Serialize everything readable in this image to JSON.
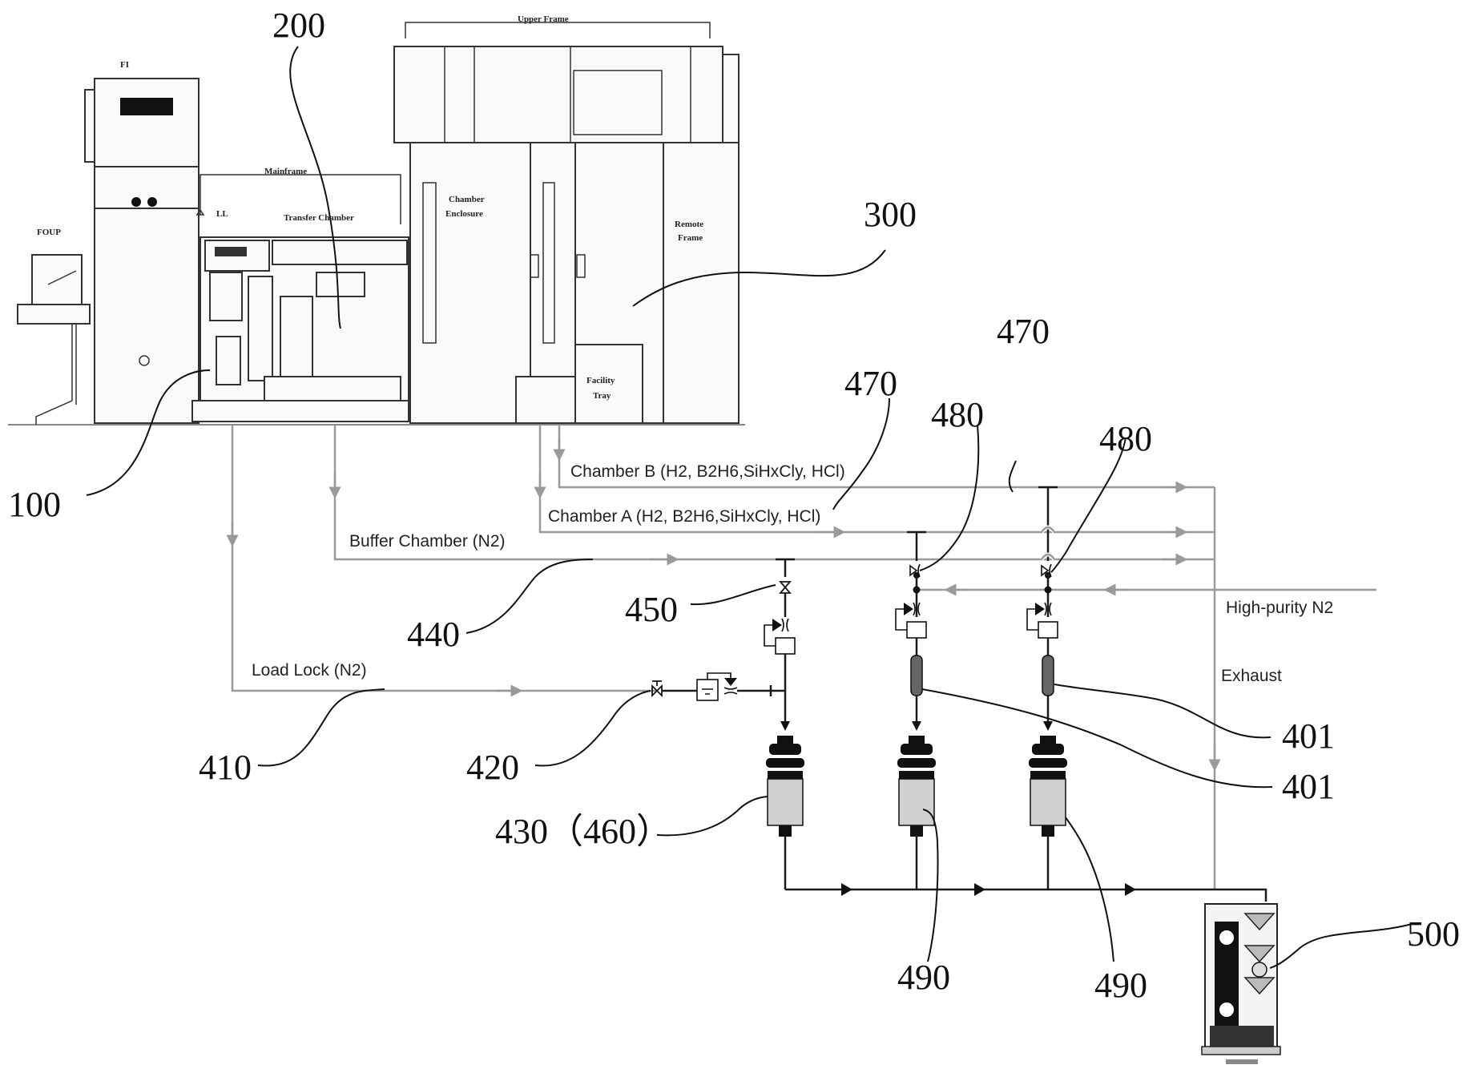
{
  "equipment": {
    "fi": "FI",
    "foup": "FOUP",
    "mainframe": "Mainframe",
    "ll": "LL",
    "transfer_chamber": "Transfer Chamber",
    "upper_frame": "Upper Frame",
    "chamber_enclosure_1": "Chamber",
    "chamber_enclosure_2": "Enclosure",
    "remote_frame_1": "Remote",
    "remote_frame_2": "Frame",
    "facility_tray_1": "Facility",
    "facility_tray_2": "Tray"
  },
  "lines": {
    "chamber_b": "Chamber B (H2, B2H6,SiHxCly, HCl)",
    "chamber_a": "Chamber A (H2, B2H6,SiHxCly, HCl)",
    "buffer_chamber": "Buffer Chamber (N2)",
    "load_lock": "Load Lock (N2)",
    "high_purity_n2": "High-purity N2",
    "exhaust": "Exhaust"
  },
  "refs": {
    "r100": "100",
    "r200": "200",
    "r300": "300",
    "r401a": "401",
    "r401b": "401",
    "r410": "410",
    "r420": "420",
    "r430": "430（460）",
    "r440": "440",
    "r450": "450",
    "r470a": "470",
    "r470b": "470",
    "r480a": "480",
    "r480b": "480",
    "r490a": "490",
    "r490b": "490",
    "r500": "500"
  },
  "colors": {
    "process_line": "#9a9a9a",
    "exhaust_line": "#1a1a1a",
    "filter_body": "#d0d0d0"
  }
}
